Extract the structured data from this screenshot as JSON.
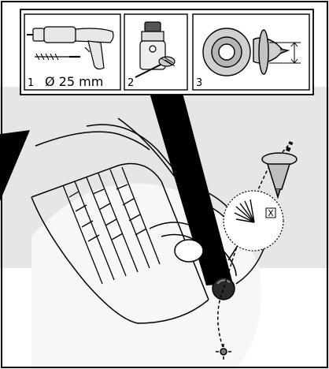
{
  "steps": [
    {
      "number": "1",
      "caption": "Ø 25 mm",
      "icon": "drill-icon"
    },
    {
      "number": "2",
      "caption": "",
      "icon": "sealant-bottle-icon"
    },
    {
      "number": "3",
      "caption": "",
      "icon": "grommet-icon"
    }
  ],
  "callout_marker": "X",
  "colors": {
    "background_band": "#e6e6e6",
    "outline": "#000000",
    "panel_fill": "#ffffff",
    "hole_fill": "#2a2a2a"
  }
}
